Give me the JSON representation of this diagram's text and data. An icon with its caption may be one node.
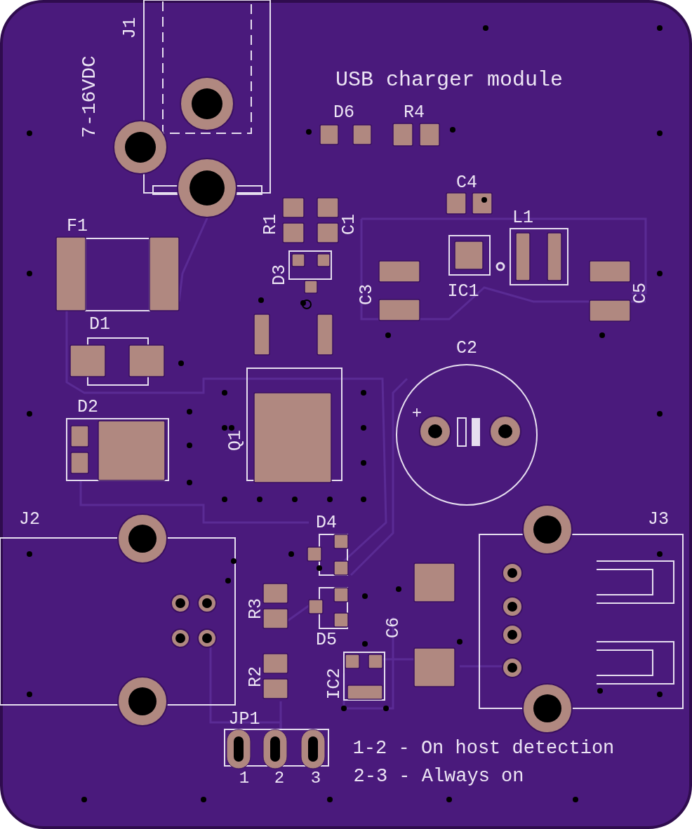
{
  "diagram": {
    "labels": [
      "7-16VDC",
      "J1",
      "USB charger module",
      "D6",
      "R4",
      "C4",
      "R1",
      "C1",
      "L1",
      "F1",
      "D3",
      "C3",
      "IC1",
      "C5",
      "D1",
      "C2",
      "D2",
      "Q1",
      "+",
      "J2",
      "D4",
      "J3",
      "R3",
      "D5",
      "C6",
      "R2",
      "IC2",
      "JP1",
      "1",
      "2",
      "3",
      "1-2 - On host detection",
      "2-3 - Always on"
    ]
  }
}
